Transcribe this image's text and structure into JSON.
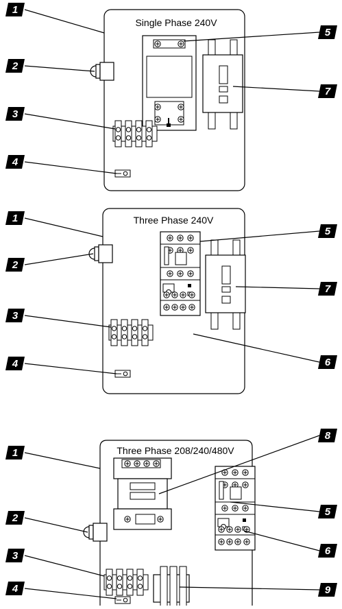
{
  "diagrams": [
    {
      "title": "Single Phase 240V",
      "callouts_left": [
        "1",
        "2",
        "3",
        "4"
      ],
      "callouts_right": [
        "5",
        "7"
      ]
    },
    {
      "title": "Three Phase 240V",
      "callouts_left": [
        "1",
        "2",
        "3",
        "4"
      ],
      "callouts_right": [
        "5",
        "7",
        "6"
      ]
    },
    {
      "title": "Three Phase 208/240/480V",
      "callouts_left": [
        "1",
        "2",
        "3",
        "4"
      ],
      "callouts_right": [
        "8",
        "5",
        "6",
        "9"
      ]
    }
  ]
}
